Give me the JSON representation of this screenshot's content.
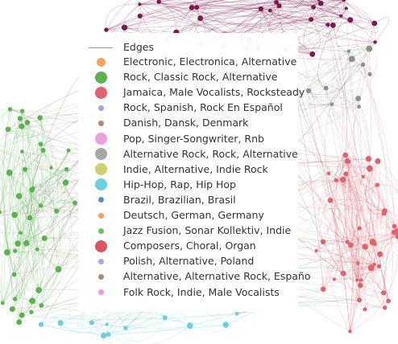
{
  "legend": {
    "edges_label": "Edges",
    "items": [
      {
        "label": "Electronic, Electronica, Alternative",
        "color": "#f4a45f",
        "size": "md"
      },
      {
        "label": "Rock, Classic Rock, Alternative",
        "color": "#5db152",
        "size": "lg"
      },
      {
        "label": "Jamaica, Male Vocalists, Rocksteady",
        "color": "#e1626a",
        "size": "lg"
      },
      {
        "label": "Rock, Spanish, Rock En Español",
        "color": "#b19cd7",
        "size": "sm"
      },
      {
        "label": "Danish, Dansk, Denmark",
        "color": "#a98a78",
        "size": "sm"
      },
      {
        "label": "Pop, Singer-Songwriter, Rnb",
        "color": "#ec9fd8",
        "size": "lg"
      },
      {
        "label": "Alternative Rock, Rock, Alternative",
        "color": "#a6a6a6",
        "size": "lg"
      },
      {
        "label": "Indie, Alternative, Indie Rock",
        "color": "#cfcf6e",
        "size": "lg"
      },
      {
        "label": "Hip-Hop, Rap, Hip Hop",
        "color": "#6ccfdc",
        "size": "lg"
      },
      {
        "label": "Brazil, Brazilian, Brasil",
        "color": "#5e8fc4",
        "size": "sm"
      },
      {
        "label": "Deutsch, German, Germany",
        "color": "#f2a35d",
        "size": "sm"
      },
      {
        "label": "Jazz Fusion, Sonar Kollektiv, Indie",
        "color": "#70c065",
        "size": "sm"
      },
      {
        "label": "Composers, Choral, Organ",
        "color": "#df5460",
        "size": "lg"
      },
      {
        "label": "Polish, Alternative, Poland",
        "color": "#b3a0da",
        "size": "sm"
      },
      {
        "label": "Alternative, Alternative Rock, Españo",
        "color": "#a88a78",
        "size": "sm"
      },
      {
        "label": "Folk Rock, Indie, Male Vocalists",
        "color": "#ee9dd2",
        "size": "sm"
      }
    ]
  }
}
